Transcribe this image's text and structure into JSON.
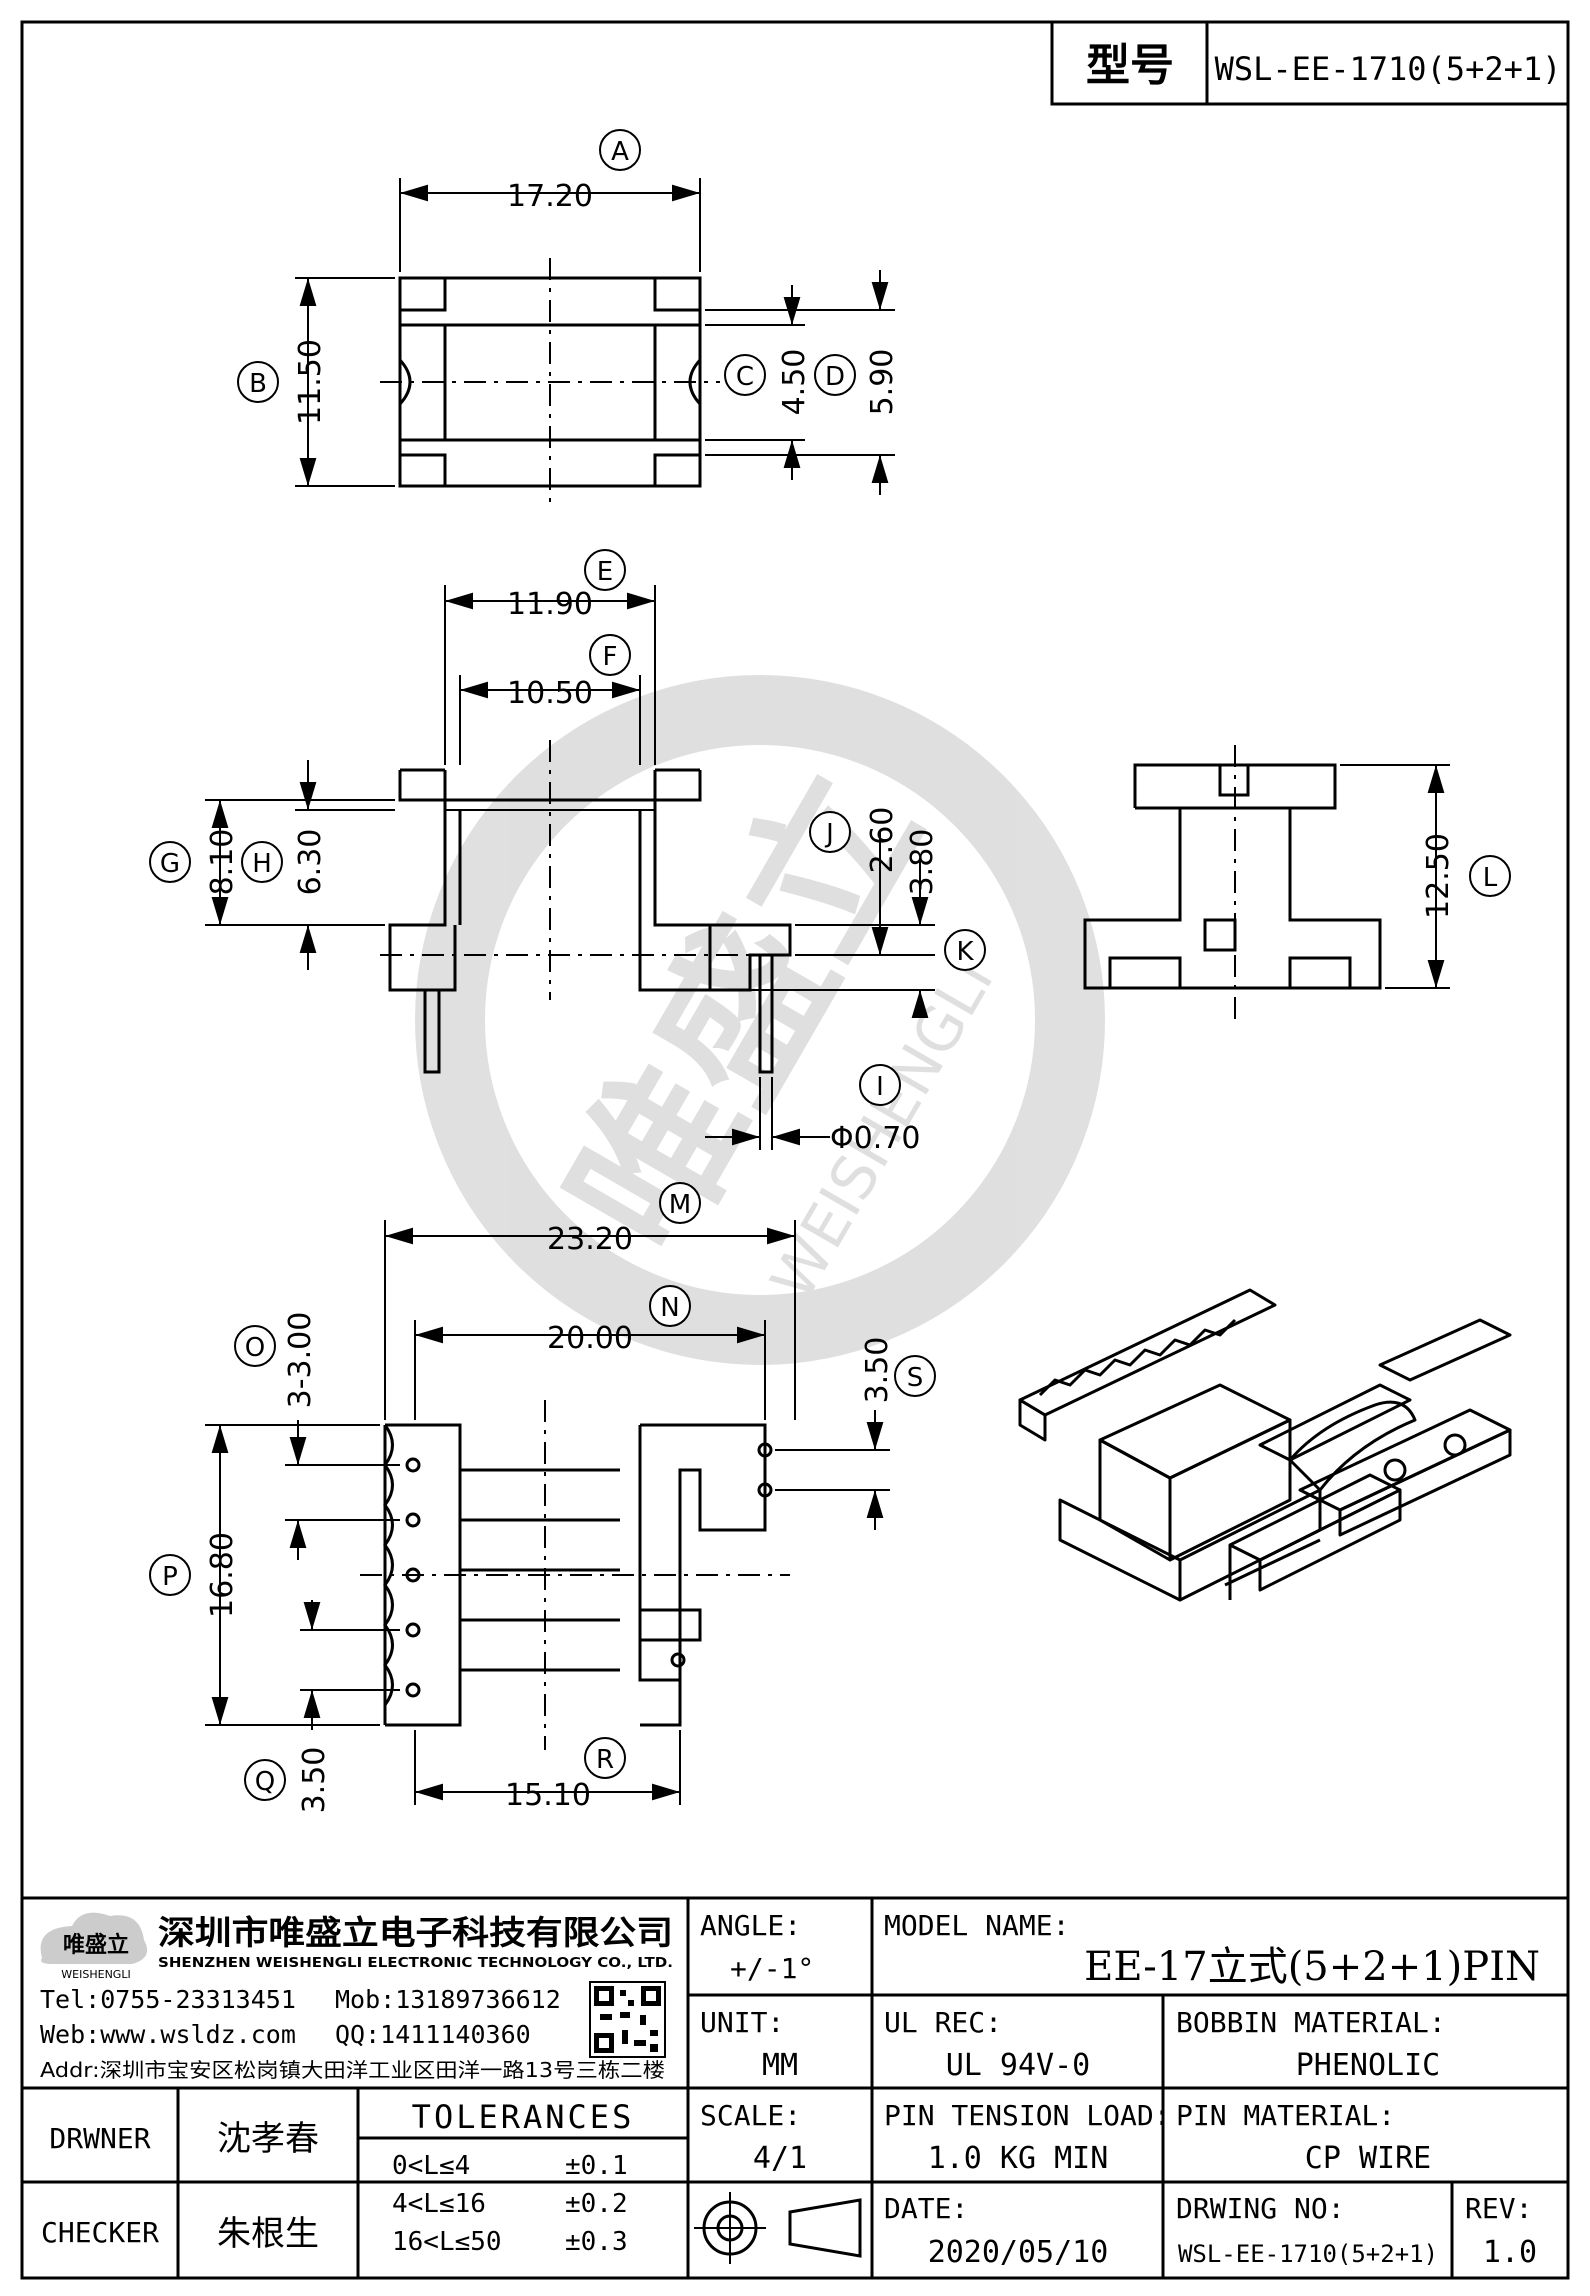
{
  "header": {
    "model_label": "型号",
    "model_value": "WSL-EE-1710(5+2+1)"
  },
  "views": {
    "top": {
      "A": {
        "tag": "A",
        "value": "17.20"
      },
      "B": {
        "tag": "B",
        "value": "11.50"
      },
      "C": {
        "tag": "C",
        "value": "4.50"
      },
      "D": {
        "tag": "D",
        "value": "5.90"
      }
    },
    "side": {
      "E": {
        "tag": "E",
        "value": "11.90"
      },
      "F": {
        "tag": "F",
        "value": "10.50"
      },
      "G": {
        "tag": "G",
        "value": "8.10"
      },
      "H": {
        "tag": "H",
        "value": "6.30"
      },
      "J": {
        "tag": "J",
        "value": "2.60"
      },
      "K": {
        "tag": "K",
        "value": "3.80"
      },
      "I": {
        "tag": "I",
        "value": "Φ0.70"
      },
      "L": {
        "tag": "L",
        "value": "12.50"
      }
    },
    "bottom": {
      "M": {
        "tag": "M",
        "value": "23.20"
      },
      "N": {
        "tag": "N",
        "value": "20.00"
      },
      "O": {
        "tag": "O",
        "value": "3-3.00"
      },
      "S": {
        "tag": "S",
        "value": "3.50"
      },
      "P": {
        "tag": "P",
        "value": "16.80"
      },
      "Q": {
        "tag": "Q",
        "value": "3.50"
      },
      "R": {
        "tag": "R",
        "value": "15.10"
      }
    }
  },
  "watermark": {
    "brand": "唯盛立",
    "sub": "WEISHENGLI"
  },
  "company": {
    "logo_text": "唯盛立",
    "logo_sub": "WEISHENGLI",
    "name_cn": "深圳市唯盛立电子科技有限公司",
    "name_en": "SHENZHEN WEISHENGLI ELECTRONIC TECHNOLOGY CO., LTD.",
    "tel": "Tel:0755-23313451",
    "mob": "Mob:13189736612",
    "web": "Web:www.wsldz.com",
    "qq": "QQ:1411140360",
    "addr": "Addr:深圳市宝安区松岗镇大田洋工业区田洋一路13号三栋二楼"
  },
  "titleblock": {
    "angle_label": "ANGLE:",
    "angle_value": "+/-1°",
    "model_name_label": "MODEL NAME:",
    "model_name_value": "EE-17立式(5+2+1)PIN",
    "unit_label": "UNIT:",
    "unit_value": "MM",
    "ul_label": "UL REC:",
    "ul_value": "UL 94V-0",
    "bobbin_label": "BOBBIN MATERIAL:",
    "bobbin_value": "PHENOLIC",
    "drawer_label": "DRWNER",
    "drawer_value": "沈孝春",
    "checker_label": "CHECKER",
    "checker_value": "朱根生",
    "tol_title": "TOLERANCES",
    "tol_rows": [
      {
        "range": "0<L≤4",
        "tol": "±0.1"
      },
      {
        "range": "4<L≤16",
        "tol": "±0.2"
      },
      {
        "range": "16<L≤50",
        "tol": "±0.3"
      }
    ],
    "scale_label": "SCALE:",
    "scale_value": "4/1",
    "pin_load_label": "PIN TENSION LOAD:",
    "pin_load_value": "1.0 KG MIN",
    "pin_mat_label": "PIN MATERIAL:",
    "pin_mat_value": "CP WIRE",
    "date_label": "DATE:",
    "date_value": "2020/05/10",
    "drw_no_label": "DRWING NO:",
    "drw_no_value": "WSL-EE-1710(5+2+1)",
    "rev_label": "REV:",
    "rev_value": "1.0"
  }
}
